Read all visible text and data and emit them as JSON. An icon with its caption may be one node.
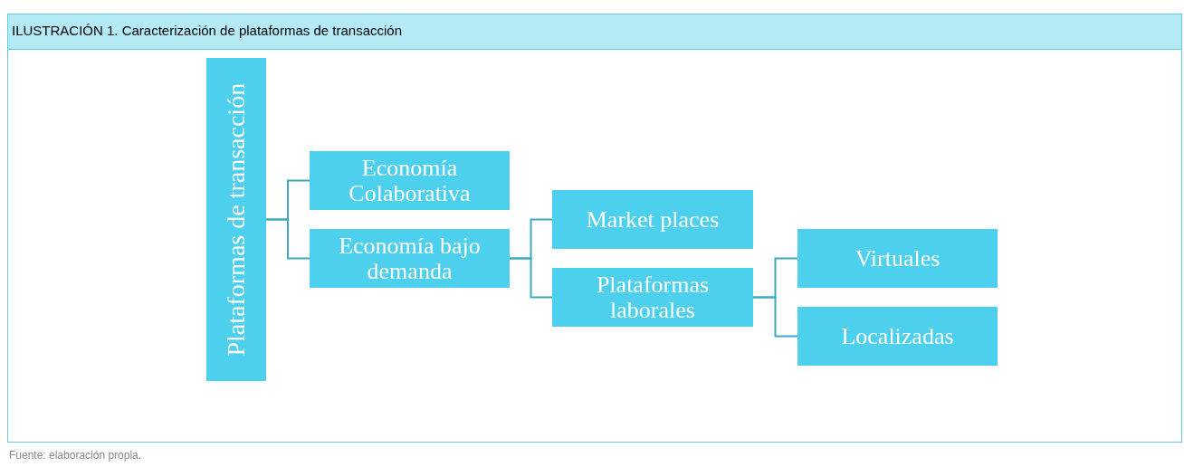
{
  "diagram": {
    "title": "ILUSTRACIÓN 1. Caracterización de plataformas de transacción",
    "caption": "Fuente: elaboración propia.",
    "nodes": [
      {
        "text": [
          "Plataformas de transacción"
        ]
      },
      {
        "text": [
          "Economía Colaborativa"
        ]
      },
      {
        "text": [
          "Economía bajo demanda"
        ]
      },
      {
        "text": [
          "Market places"
        ]
      },
      {
        "text": [
          "Plataformas laborales"
        ]
      },
      {
        "text": [
          "Virtuales"
        ]
      },
      {
        "text": [
          "Localizadas"
        ]
      }
    ],
    "edges": [
      {
        "from": 0,
        "to": 1,
        "arrow": "none"
      },
      {
        "from": 0,
        "to": 2,
        "arrow": "none"
      },
      {
        "from": 2,
        "to": 3,
        "arrow": "none"
      },
      {
        "from": 2,
        "to": 4,
        "arrow": "none"
      },
      {
        "from": 4,
        "to": 5,
        "arrow": "none"
      },
      {
        "from": 4,
        "to": 6,
        "arrow": "none"
      }
    ]
  }
}
